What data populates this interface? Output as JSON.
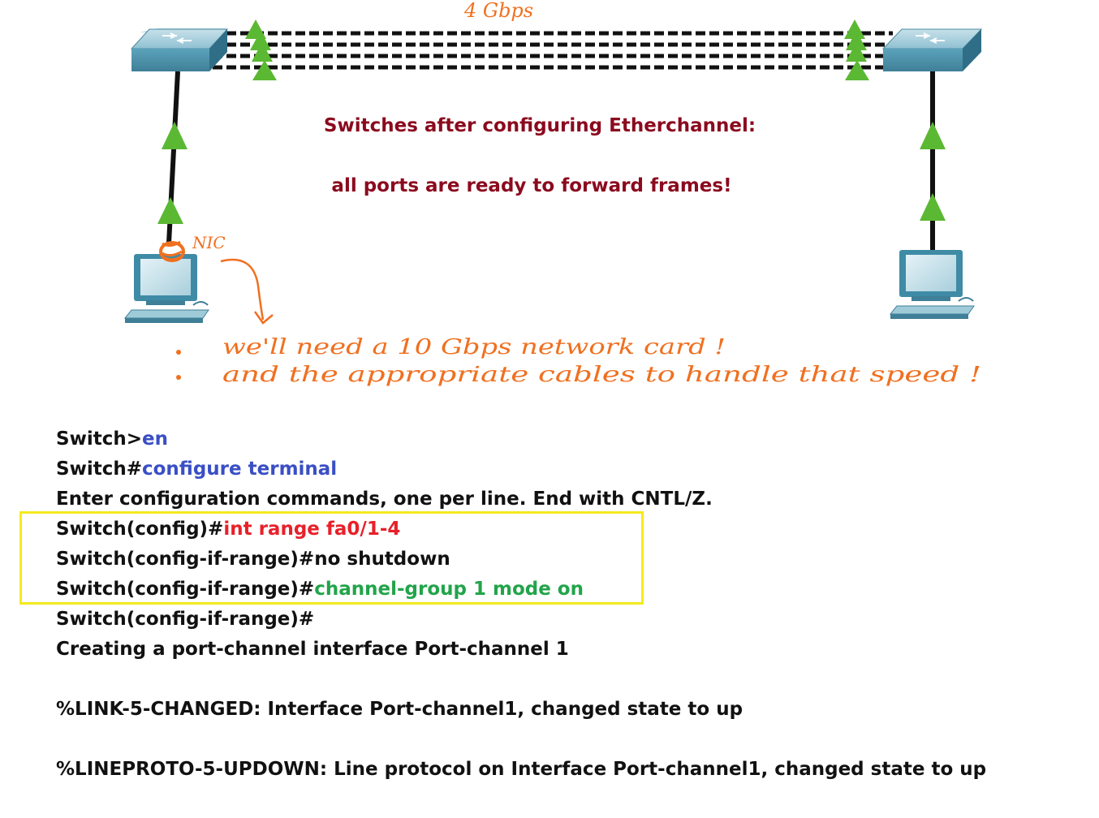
{
  "diagram": {
    "speed_label": "4 Gbps",
    "caption_line1": "Switches after configuring Etherchannel:",
    "caption_line2": "all ports are ready to forward frames!",
    "nic_label": "NIC",
    "note_1": "we'll need a 10 Gbps network card !",
    "note_2": "and the appropriate cables to handle that speed !",
    "colors": {
      "caption": "#8b0a1e",
      "handwriting": "#f07020",
      "port_up": "#5bb833",
      "switch_face": "#4f95ad",
      "highlight": "#f5ea1f"
    }
  },
  "terminal": {
    "lines": [
      {
        "prompt": "Switch>",
        "cmd": "en",
        "cmd_color": "blue"
      },
      {
        "prompt": "Switch#",
        "cmd": "configure terminal",
        "cmd_color": "blue"
      },
      {
        "prompt": "Enter configuration commands, one per line.  End with CNTL/Z.",
        "cmd": "",
        "cmd_color": ""
      },
      {
        "prompt": "Switch(config)#",
        "cmd": "int range fa0/1-4",
        "cmd_color": "red"
      },
      {
        "prompt": "Switch(config-if-range)#no shutdown",
        "cmd": "",
        "cmd_color": ""
      },
      {
        "prompt": "Switch(config-if-range)#",
        "cmd": "channel-group 1 mode on",
        "cmd_color": "green"
      },
      {
        "prompt": "Switch(config-if-range)#",
        "cmd": "",
        "cmd_color": ""
      },
      {
        "prompt": "Creating a port-channel interface Port-channel 1",
        "cmd": "",
        "cmd_color": ""
      },
      {
        "prompt": "",
        "cmd": "",
        "cmd_color": ""
      },
      {
        "prompt": "%LINK-5-CHANGED: Interface Port-channel1, changed state to up",
        "cmd": "",
        "cmd_color": ""
      },
      {
        "prompt": "",
        "cmd": "",
        "cmd_color": ""
      },
      {
        "prompt": "%LINEPROTO-5-UPDOWN: Line protocol on Interface Port-channel1, changed state to up",
        "cmd": "",
        "cmd_color": ""
      }
    ]
  }
}
